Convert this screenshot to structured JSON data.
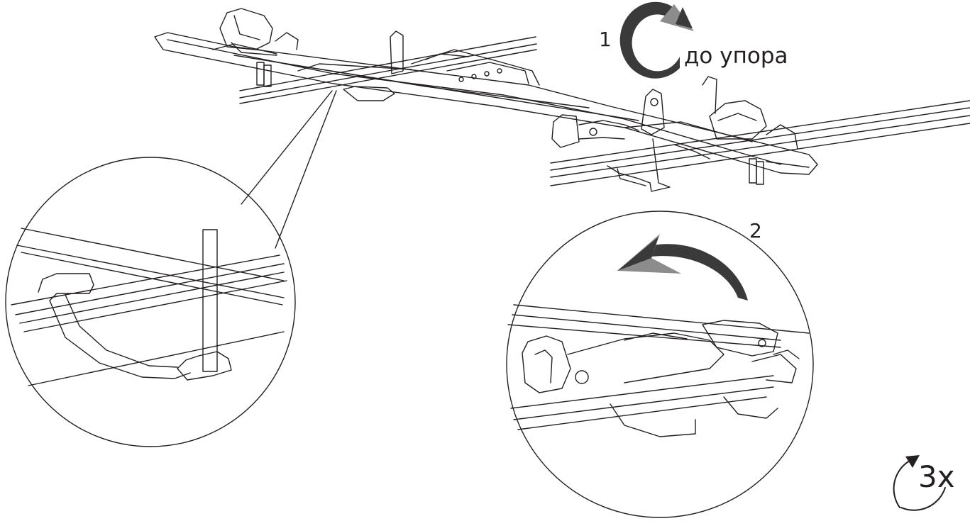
{
  "steps": [
    {
      "number": "1",
      "instruction": "до упора",
      "arrow": "clockwise-tighten-arrow-icon"
    },
    {
      "number": "2",
      "arrow": "counterclockwise-swing-arrow-icon"
    }
  ],
  "repeat": {
    "text": "3x",
    "icon": "rotate-repeat-icon"
  },
  "colors": {
    "line": "#231f20",
    "arrow_dark": "#3a3a3a",
    "arrow_light": "#8c8c8c",
    "background": "#ffffff"
  }
}
